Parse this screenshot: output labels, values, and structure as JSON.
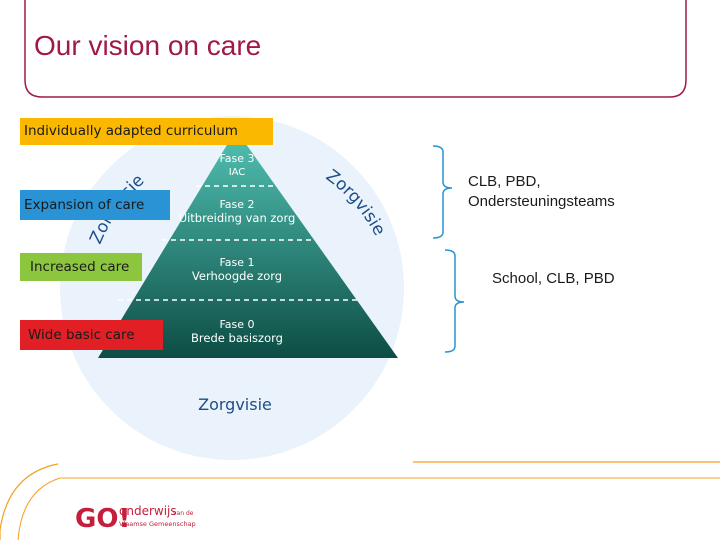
{
  "slide": {
    "title": "Our vision on care"
  },
  "diagram": {
    "labels": {
      "individual": "Individually adapted curriculum",
      "expansion": "Expansion of care",
      "increased": "Increased care",
      "wide": "Wide basic care"
    },
    "circle_text": "Zorgvisie",
    "arc_left": "Zorgvisie",
    "arc_right": "Zorgvisie",
    "levels": [
      {
        "phase": "Fase 3",
        "name": "IAC"
      },
      {
        "phase": "Fase 2",
        "name": "Uitbreiding van zorg"
      },
      {
        "phase": "Fase 1",
        "name": "Verhoogde zorg"
      },
      {
        "phase": "Fase 0",
        "name": "Brede basiszorg"
      }
    ]
  },
  "side_notes": {
    "upper_line1": "CLB, PBD,",
    "upper_line2": "Ondersteuningsteams",
    "lower": "School, CLB, PBD"
  },
  "logo": {
    "mark": "GO!",
    "text1": "onderwijs",
    "text2": "van de",
    "text3": "Vlaamse Gemeenschap"
  },
  "colors": {
    "title": "#a0194a",
    "frame": "#a0194a",
    "bracket": "#2a93d5",
    "label_yellow": "#fbb800",
    "label_blue": "#2a93d5",
    "label_green": "#8cc63f",
    "label_red": "#e31f26",
    "pyramid_top": "#52c3b4",
    "pyramid_bottom": "#0d4d45"
  }
}
